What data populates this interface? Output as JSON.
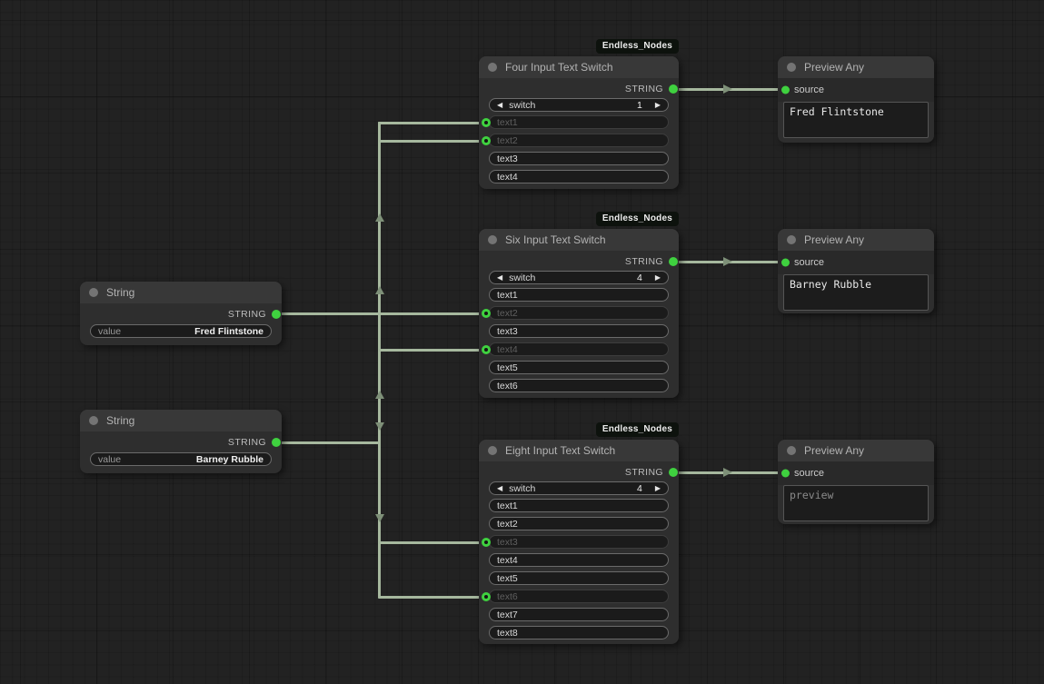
{
  "graph": {
    "badge_label": "Endless_Nodes",
    "wire_color": "#a6b89e",
    "accent_green": "#3fd13f"
  },
  "nodes": {
    "string1": {
      "title": "String",
      "output_label": "STRING",
      "value_widget": {
        "label": "value",
        "value": "Fred Flintstone"
      }
    },
    "string2": {
      "title": "String",
      "output_label": "STRING",
      "value_widget": {
        "label": "value",
        "value": "Barney Rubble"
      }
    },
    "four": {
      "title": "Four Input Text Switch",
      "output_label": "STRING",
      "switch_widget": {
        "label": "switch",
        "value": "1",
        "dec_icon": "◀",
        "inc_icon": "▶"
      },
      "inputs": [
        {
          "label": "text1",
          "connected": true
        },
        {
          "label": "text2",
          "connected": true
        },
        {
          "label": "text3",
          "connected": false
        },
        {
          "label": "text4",
          "connected": false
        }
      ]
    },
    "six": {
      "title": "Six Input Text Switch",
      "output_label": "STRING",
      "switch_widget": {
        "label": "switch",
        "value": "4",
        "dec_icon": "◀",
        "inc_icon": "▶"
      },
      "inputs": [
        {
          "label": "text1",
          "connected": false
        },
        {
          "label": "text2",
          "connected": true
        },
        {
          "label": "text3",
          "connected": false
        },
        {
          "label": "text4",
          "connected": true
        },
        {
          "label": "text5",
          "connected": false
        },
        {
          "label": "text6",
          "connected": false
        }
      ]
    },
    "eight": {
      "title": "Eight Input Text Switch",
      "output_label": "STRING",
      "switch_widget": {
        "label": "switch",
        "value": "4",
        "dec_icon": "◀",
        "inc_icon": "▶"
      },
      "inputs": [
        {
          "label": "text1",
          "connected": false
        },
        {
          "label": "text2",
          "connected": false
        },
        {
          "label": "text3",
          "connected": true
        },
        {
          "label": "text4",
          "connected": false
        },
        {
          "label": "text5",
          "connected": false
        },
        {
          "label": "text6",
          "connected": true
        },
        {
          "label": "text7",
          "connected": false
        },
        {
          "label": "text8",
          "connected": false
        }
      ]
    },
    "preview1": {
      "title": "Preview Any",
      "input_label": "source",
      "preview_text": "Fred Flintstone"
    },
    "preview2": {
      "title": "Preview Any",
      "input_label": "source",
      "preview_text": "Barney Rubble"
    },
    "preview3": {
      "title": "Preview Any",
      "input_label": "source",
      "preview_text": "preview"
    }
  }
}
